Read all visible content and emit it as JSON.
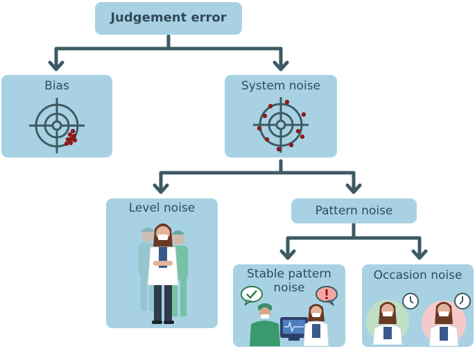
{
  "nodes": {
    "root": "Judgement error",
    "bias": "Bias",
    "system_noise": "System noise",
    "level_noise": "Level noise",
    "pattern_noise": "Pattern noise",
    "stable_pattern_line1": "Stable pattern",
    "stable_pattern_line2": "noise",
    "occasion_noise": "Occasion noise"
  },
  "colors": {
    "box": "#a8d2e3",
    "arrow": "#3d5a63",
    "text": "#2f4b5a",
    "dot": "#8b1a1a"
  },
  "icons": {
    "bias_target": "target-icon",
    "system_target": "target-icon",
    "check_bubble": "check-icon",
    "alert_bubble": "exclamation-icon",
    "clock": "clock-icon"
  }
}
